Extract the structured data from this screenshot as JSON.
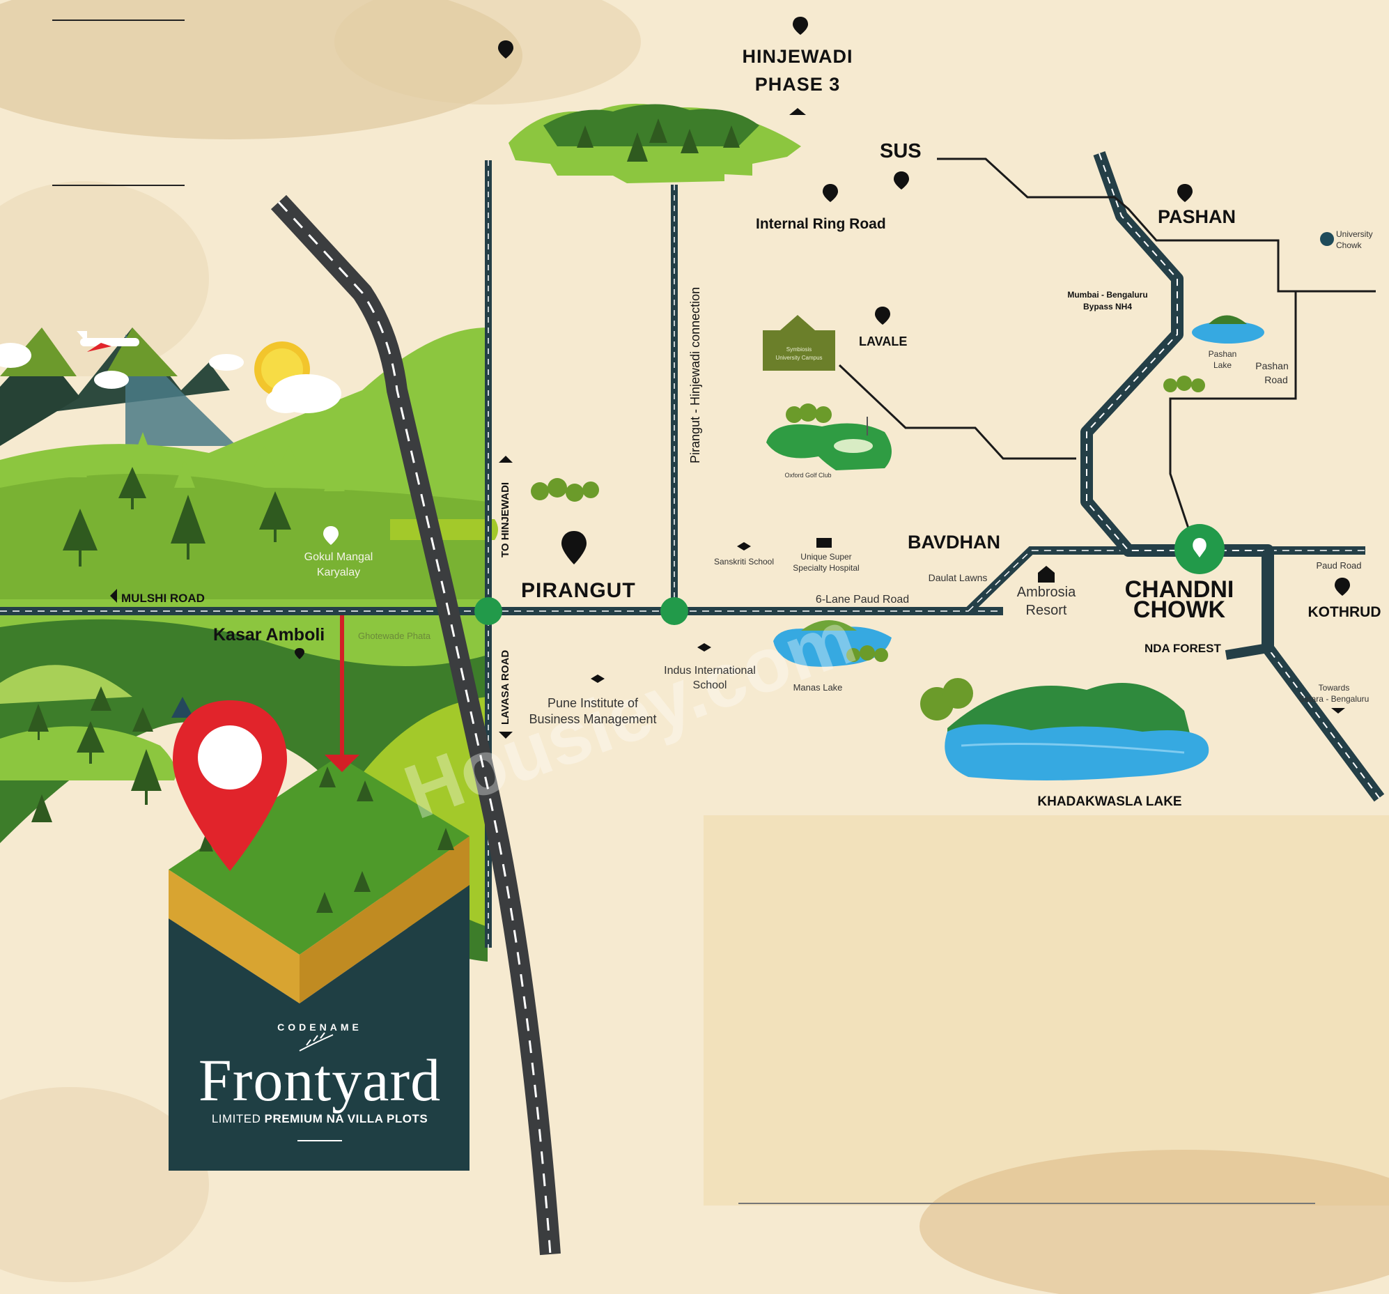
{
  "colors": {
    "paper": "#f6ead0",
    "dark_green": "#1f3f44",
    "road_dark": "#243f47",
    "grass": "#8cc63f",
    "forest": "#3d7d2a",
    "marker_red": "#e1242b",
    "highway": "#3b3d3f"
  },
  "brand": {
    "codename": "CODENAME",
    "wordmark": "Frontyard",
    "tagline_light": "LIMITED",
    "tagline_bold": "PREMIUM NA VILLA PLOTS"
  },
  "places": {
    "hinjewadi_line1": "HINJEWADI",
    "hinjewadi_line2": "PHASE 3",
    "sus": "SUS",
    "pashan": "PASHAN",
    "internal_ring_road": "Internal Ring Road",
    "lavale": "LAVALE",
    "bavdhan": "BAVDHAN",
    "pirangut": "PIRANGUT",
    "chandni_line1": "CHANDNI",
    "chandni_line2": "CHOWK",
    "kothrud": "KOTHRUD",
    "nda_forest": "NDA FOREST",
    "khadakwasla": "KHADAKWASLA LAKE",
    "kasar_amboli": "Kasar Amboli",
    "mulshi_road": "MULSHI ROAD",
    "gokul_line1": "Gokul Mangal",
    "gokul_line2": "Karyalay",
    "ghotewade": "Ghotewade Phata",
    "to_hinjewadi": "TO HINJEWADI",
    "lavasa_road": "LAVASA ROAD",
    "pirangut_hinjewadi": "Pirangut - Hinjewadi connection",
    "mumbai_bypass_line1": "Mumbai  - Bengaluru",
    "mumbai_bypass_line2": "Bypass NH4",
    "university_line1": "University",
    "university_line2": "Chowk",
    "pashan_lake_line1": "Pashan",
    "pashan_lake_line2": "Lake",
    "pashan_road_line1": "Pashan",
    "pashan_road_line2": "Road",
    "symbiosis_line1": "Symbiosis",
    "symbiosis_line2": "University Campus",
    "oxford": "Oxford Golf Club",
    "sanskriti": "Sanskriti School",
    "unique_line1": "Unique Super",
    "unique_line2": "Specialty Hospital",
    "daulat": "Daulat Lawns",
    "six_lane": "6-Lane Paud Road",
    "ambrosia_line1": "Ambrosia",
    "ambrosia_line2": "Resort",
    "paud_road": "Paud Road",
    "towards_line1": "Towards",
    "towards_line2": "Satara - Bengaluru",
    "indus_line1": "Indus International",
    "indus_line2": "School",
    "manas": "Manas Lake",
    "pune_line1": "Pune Institute of",
    "pune_line2": "Business Management"
  },
  "watermark": "Housiey.com"
}
